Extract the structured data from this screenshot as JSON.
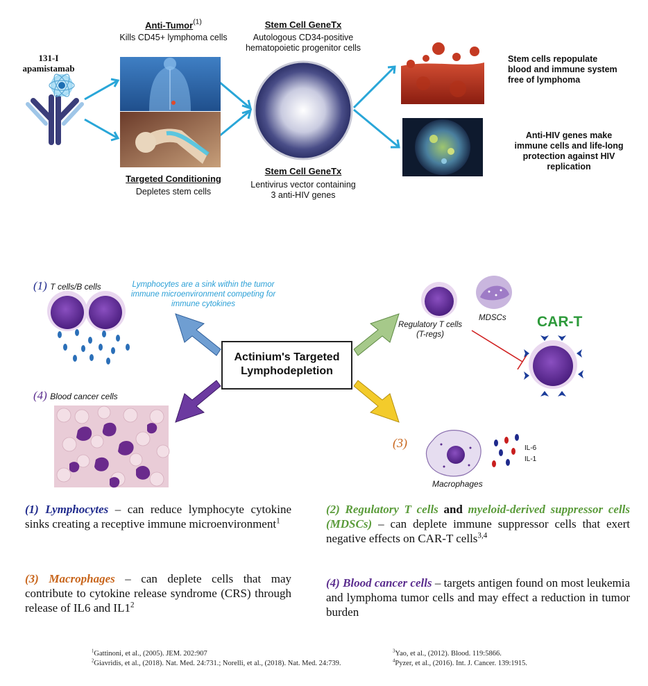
{
  "top": {
    "drug_label": "131-I\napamistamab",
    "anti_tumor_title": "Anti-Tumor",
    "anti_tumor_sup": "(1)",
    "anti_tumor_text": "Kills CD45+ lymphoma cells",
    "conditioning_title": "Targeted Conditioning",
    "conditioning_text": "Depletes stem cells",
    "stem1_title": "Stem Cell GeneTx",
    "stem1_text": "Autologous CD34-positive\nhematopoietic progenitor cells",
    "stem2_title": "Stem Cell GeneTx",
    "stem2_text": "Lentivirus vector containing\n3 anti-HIV genes",
    "outcome1": "Stem cells repopulate\nblood and immune system\nfree of lymphoma",
    "outcome2": "Anti-HIV genes make\nimmune cells and life-long\nprotection against HIV\nreplication"
  },
  "mid": {
    "center_label": "Actinium's Targeted\nLymphodepletion",
    "q1_num": "(1)",
    "q1_label": "T cells/B cells",
    "q1_note": "Lymphocytes are a sink within the tumor\nimmune microenvironment competing for\nimmune cytokines",
    "q2_treg": "Regulatory T cells\n(T-regs)",
    "q2_mdsc": "MDSCs",
    "q2_cart": "CAR-T",
    "q3_num": "(3)",
    "q3_macro": "Macrophages",
    "q3_il6": "IL-6",
    "q3_il1": "IL-1",
    "q4_num": "(4)",
    "q4_label": "Blood cancer cells"
  },
  "desc": {
    "p1_head": "(1) Lymphocytes",
    "p1_body": " – can reduce lymphocyte cytokine sinks creating a receptive immune microenvironment",
    "p1_sup": "1",
    "p2_head_a": "(2) Regulatory T cells",
    "p2_and": " and ",
    "p2_head_b": "myeloid-derived suppressor cells (MDSCs)",
    "p2_body": " – can deplete immune suppressor cells that exert negative effects on CAR-T cells",
    "p2_sup": "3,4",
    "p3_head": "(3) Macrophages",
    "p3_body": " – can deplete cells that may contribute to cytokine release syndrome (CRS) through release of IL6 and IL1",
    "p3_sup": "2",
    "p4_head": "(4) Blood cancer cells",
    "p4_body": " – targets antigen found on most leukemia and lymphoma tumor cells and may effect a reduction in tumor burden"
  },
  "refs": {
    "r1_sup": "1",
    "r1": "Gattinoni, et al., (2005). JEM. 202:907",
    "r2_sup": "2",
    "r2": "Giavridis, et al., (2018). Nat. Med. 24:731.; Norelli, et al., (2018). Nat. Med. 24:739.",
    "r3_sup": "3",
    "r3": "Yao, et al., (2012). Blood. 119:5866.",
    "r4_sup": "4",
    "r4": "Pyzer, et al., (2016). Int. J. Cancer. 139:1915."
  },
  "colors": {
    "arrow_blue": "#29a6d8",
    "purple": "#5b2d8e",
    "navy": "#1f2a8c",
    "green": "#5a9b3a",
    "orange": "#c8651b",
    "cyan_text": "#2a9fd6",
    "cart_green": "#2e9a3b"
  }
}
